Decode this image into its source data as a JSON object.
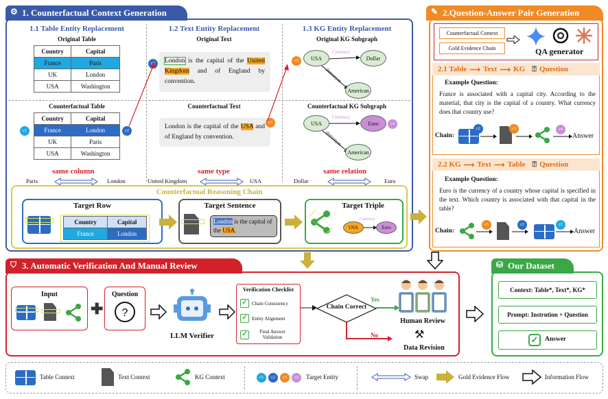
{
  "section1": {
    "title": "1. Counterfactual Context Generation",
    "sub1": {
      "title": "1.1 Table Entity Replacement",
      "orig_caption": "Original Table",
      "cf_caption": "Counterfactual Table",
      "headers": [
        "Country",
        "Capital"
      ],
      "orig_rows": [
        [
          "France",
          "Paris"
        ],
        [
          "UK",
          "London"
        ],
        [
          "USA",
          "Washington"
        ]
      ],
      "cf_rows": [
        [
          "France",
          "London"
        ],
        [
          "UK",
          "Paris"
        ],
        [
          "USA",
          "Washington"
        ]
      ],
      "relation": "same column",
      "swap_left": "Paris",
      "swap_right": "London"
    },
    "sub2": {
      "title": "1.2 Text Entity Replacement",
      "orig_caption": "Original Text",
      "cf_caption": "Counterfactual Text",
      "orig_parts": [
        "London",
        " is the capital of the ",
        "United Kingdom",
        " and of England by convention."
      ],
      "cf_parts": [
        "London is the capital of the ",
        "USA",
        " and of England by convention."
      ],
      "relation": "same type",
      "swap_left": "United Kingdom",
      "swap_right": "USA"
    },
    "sub3": {
      "title": "1.3 KG Entity Replacement",
      "orig_caption": "Original KG Subgraph",
      "cf_caption": "Counterfactual KG Subgraph",
      "orig_nodes": [
        "USA",
        "Dollar",
        "American"
      ],
      "cf_nodes": [
        "USA",
        "Euro",
        "American"
      ],
      "edge_currency": "Currency",
      "edge_demonym": "demonym",
      "relation": "same relation",
      "swap_left": "Dollar",
      "swap_right": "Euro"
    },
    "chain": {
      "title": "Counterfactual Reasoning Chain",
      "row_title": "Target Row",
      "row_headers": [
        "Country",
        "Capital"
      ],
      "row_values": [
        "France",
        "London"
      ],
      "sent_title": "Target Sentence",
      "sent_parts": [
        "London",
        " is the capital of the ",
        "USA",
        "."
      ],
      "triple_title": "Target Triple",
      "triple_head": "USA",
      "triple_rel": "Currency",
      "triple_tail": "Euro"
    }
  },
  "section2": {
    "title": "2.Question-Answer Pair Generation",
    "input1": "Counterfactual Context",
    "input2": "Gold Evidence Chain",
    "generator": "QA generator",
    "q1": {
      "title_parts": [
        "2.1 Table",
        "Text",
        "KG",
        "Question"
      ],
      "example_label": "Example Question:",
      "question": "France is associated with a capital city. According to the material, that city is the capital of a country. What currency does that country use?",
      "chain_label": "Chain:",
      "answer": "Answer"
    },
    "q2": {
      "title_parts": [
        "2.2 KG",
        "Text",
        "Table",
        "Question"
      ],
      "example_label": "Example Question:",
      "question": "Euro is the currency of a country whose capital is specified in the text. Which country is associated with that capital in the table?",
      "chain_label": "Chain:",
      "answer": "Answer"
    }
  },
  "section3": {
    "title": "3. Automatic Verification And Manual Review",
    "input_label": "Input",
    "question_label": "Question",
    "verifier": "LLM Verifier",
    "checklist_title": "Verification Checklist",
    "checklist": [
      "Chain Consistency",
      "Entity Alignment",
      "Final Answer Validation"
    ],
    "decision": "Chain Correct",
    "yes": "Yes",
    "no": "No",
    "human": "Human Review",
    "revision": "Data Revision"
  },
  "dataset": {
    "title": "Our Dataset",
    "context": "Context: Table*, Text*, KG*",
    "prompt": "Prompt: Instrution + Question",
    "answer": "Answer"
  },
  "legend": {
    "table": "Table Context",
    "text": "Text Context",
    "kg": "KG Context",
    "entity": "Target Entity",
    "swap": "Swap",
    "gold": "Gold Evidence Flow",
    "info": "Information Flow"
  },
  "colors": {
    "blue": "#3a5aa8",
    "orange": "#f08a24",
    "red": "#d3212a",
    "green": "#39a845",
    "gold": "#c9b13a"
  },
  "entities": {
    "e1": "c1",
    "e2": "c2",
    "e3": "c3",
    "e4": "c4"
  }
}
